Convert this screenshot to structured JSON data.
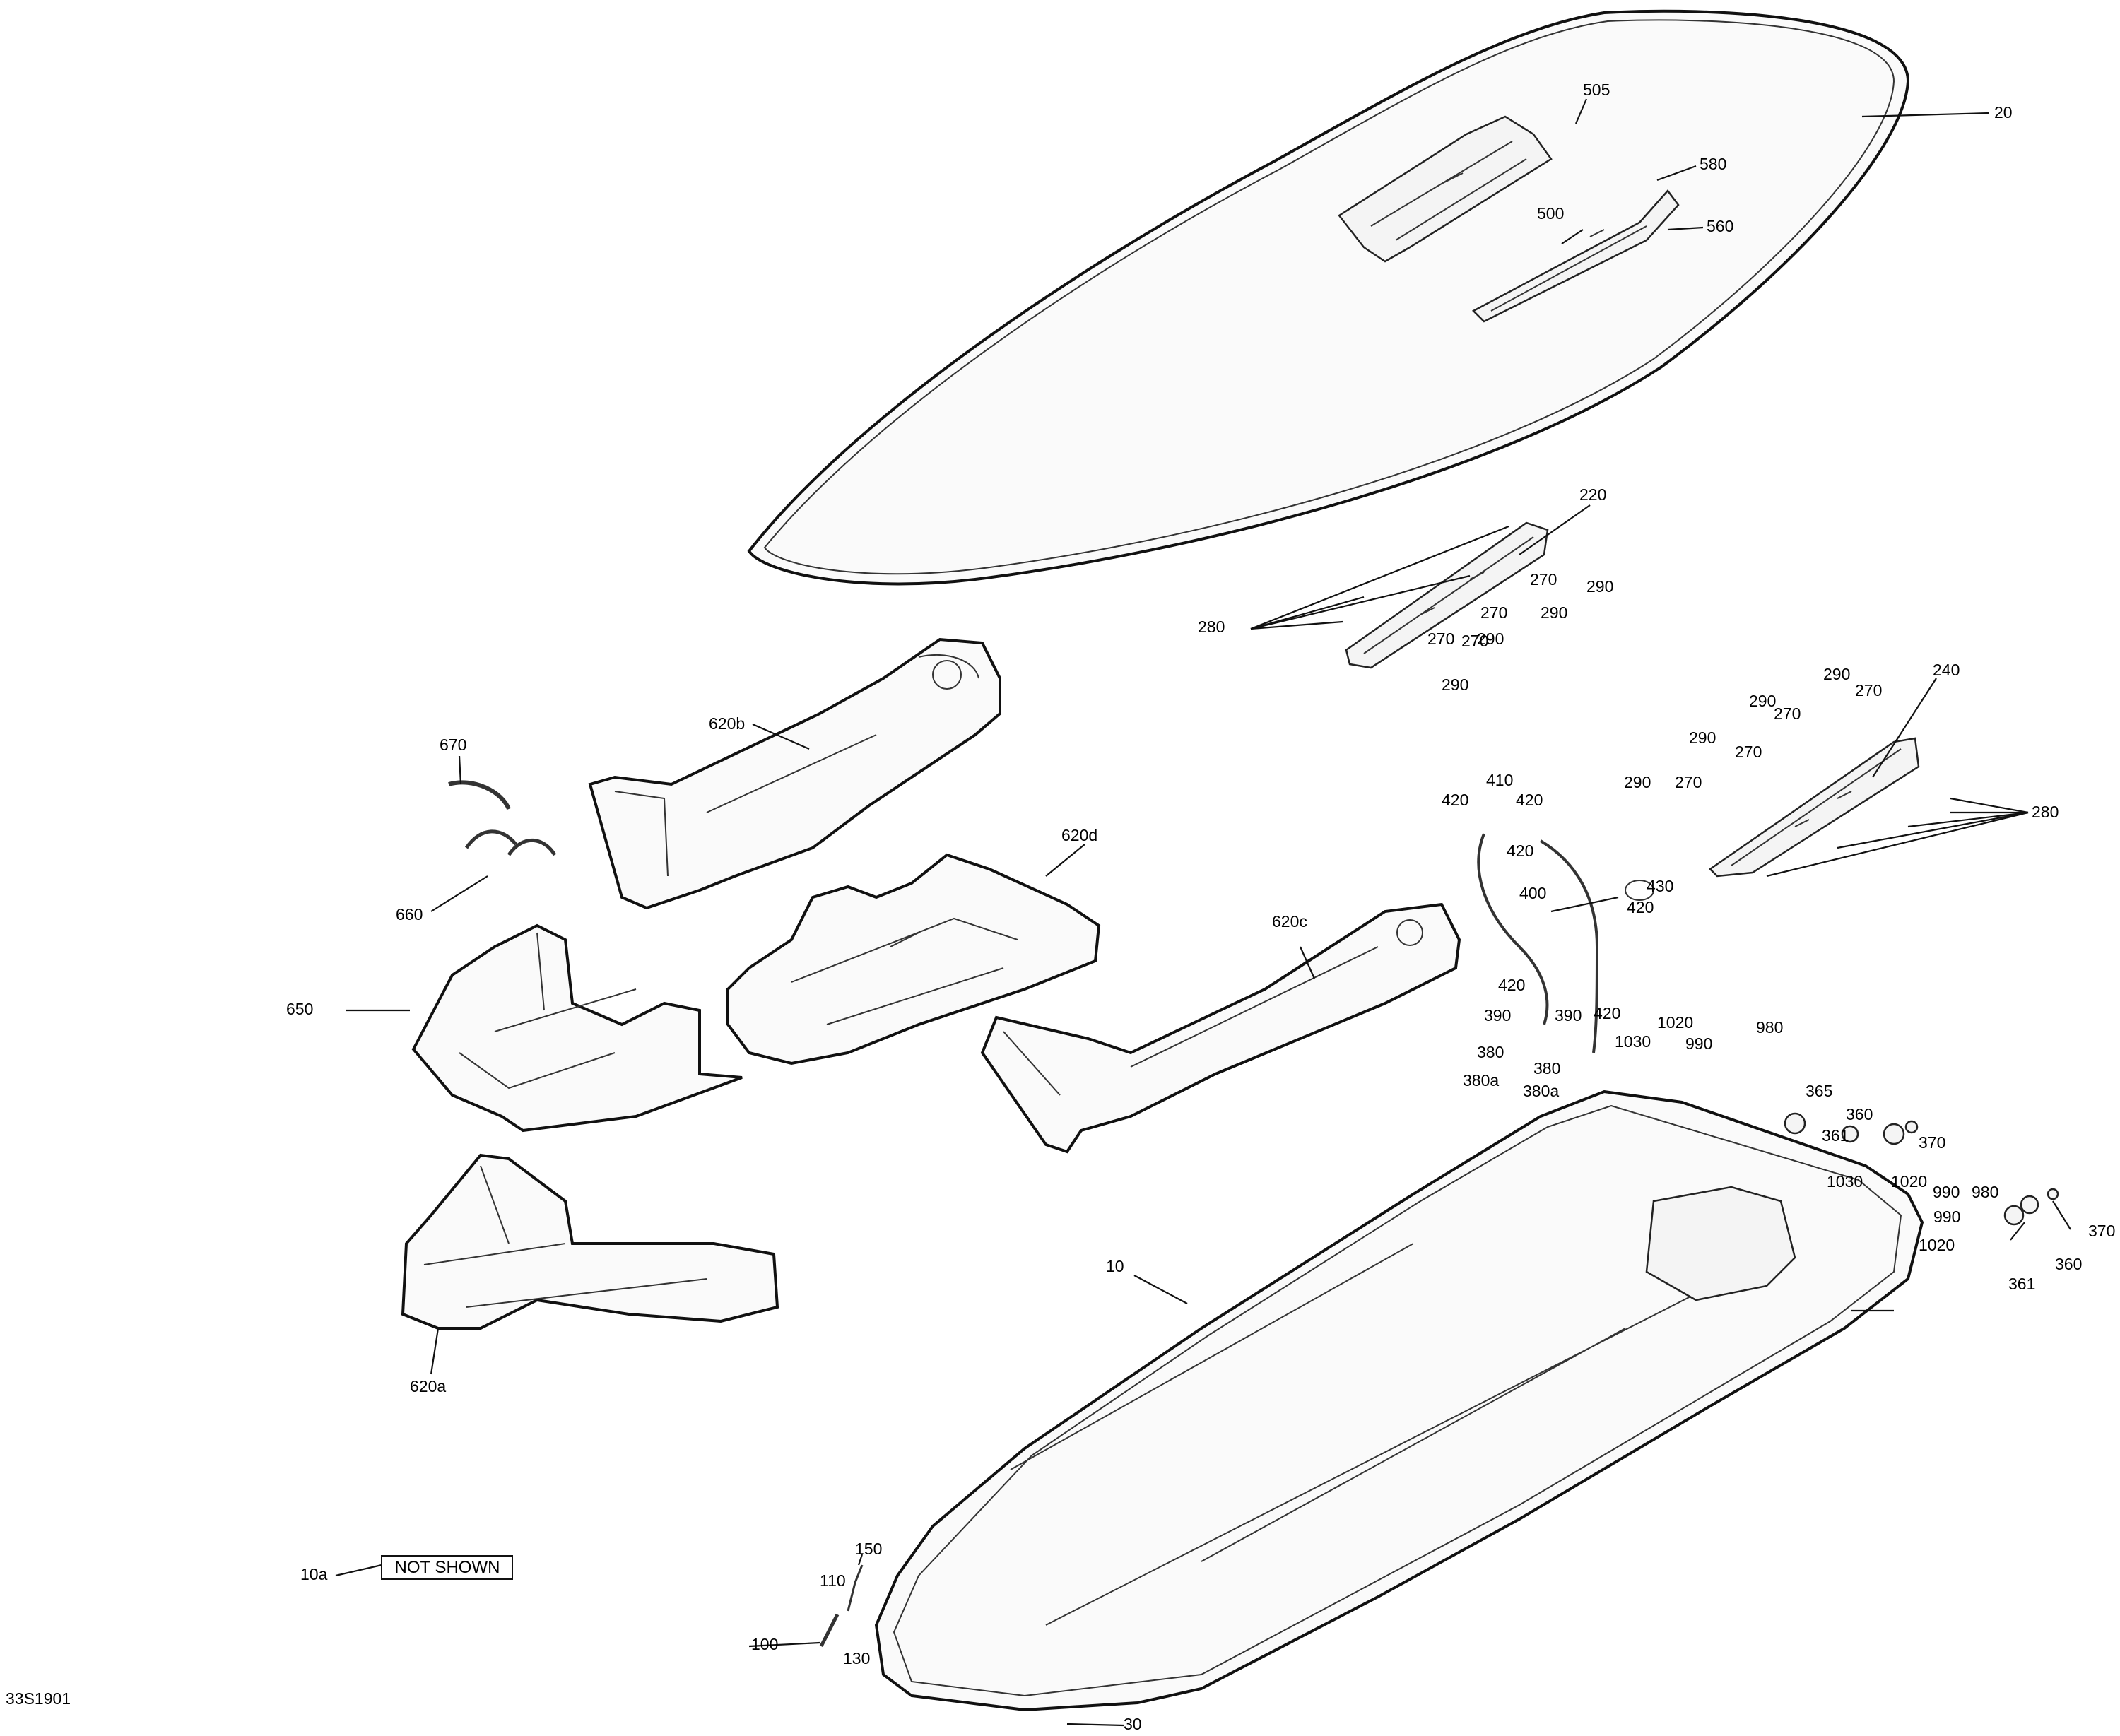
{
  "diagram_code": "33S1901",
  "not_shown_box": "NOT SHOWN",
  "labels": {
    "l20": "20",
    "l505": "505",
    "l580": "580",
    "l500": "500",
    "l560": "560",
    "l220": "220",
    "l280a": "280",
    "l270a": "270",
    "l290a": "290",
    "l270b": "270",
    "l290b": "290",
    "l270c": "270",
    "l290c": "290",
    "l270d": "270",
    "l290d": "290",
    "l240": "240",
    "l290e": "290",
    "l270e": "270",
    "l290f": "290",
    "l270f": "270",
    "l290g": "290",
    "l270g": "270",
    "l290h": "290",
    "l270h": "270",
    "l280b": "280",
    "l620b": "620b",
    "l670": "670",
    "l620d": "620d",
    "l660": "660",
    "l620c": "620c",
    "l650": "650",
    "l620a": "620a",
    "l10": "10",
    "l10a": "10a",
    "l410": "410",
    "l420a": "420",
    "l420b": "420",
    "l420c": "420",
    "l430": "430",
    "l420d": "420",
    "l400": "400",
    "l420e": "420",
    "l390a": "390",
    "l390b": "390",
    "l420f": "420",
    "l380a": "380",
    "l380b": "380",
    "l380aa": "380a",
    "l380ab": "380a",
    "l1020a": "1020",
    "l1030a": "1030",
    "l990a": "990",
    "l980a": "980",
    "l365": "365",
    "l360a": "360",
    "l361a": "361",
    "l370a": "370",
    "l1030b": "1030",
    "l1020b": "1020",
    "l990b": "990",
    "l980b": "980",
    "l990c": "990",
    "l1020c": "1020",
    "l370b": "370",
    "l360b": "360",
    "l361b": "361",
    "l150": "150",
    "l110": "110",
    "l100": "100",
    "l130": "130",
    "l30": "30"
  }
}
